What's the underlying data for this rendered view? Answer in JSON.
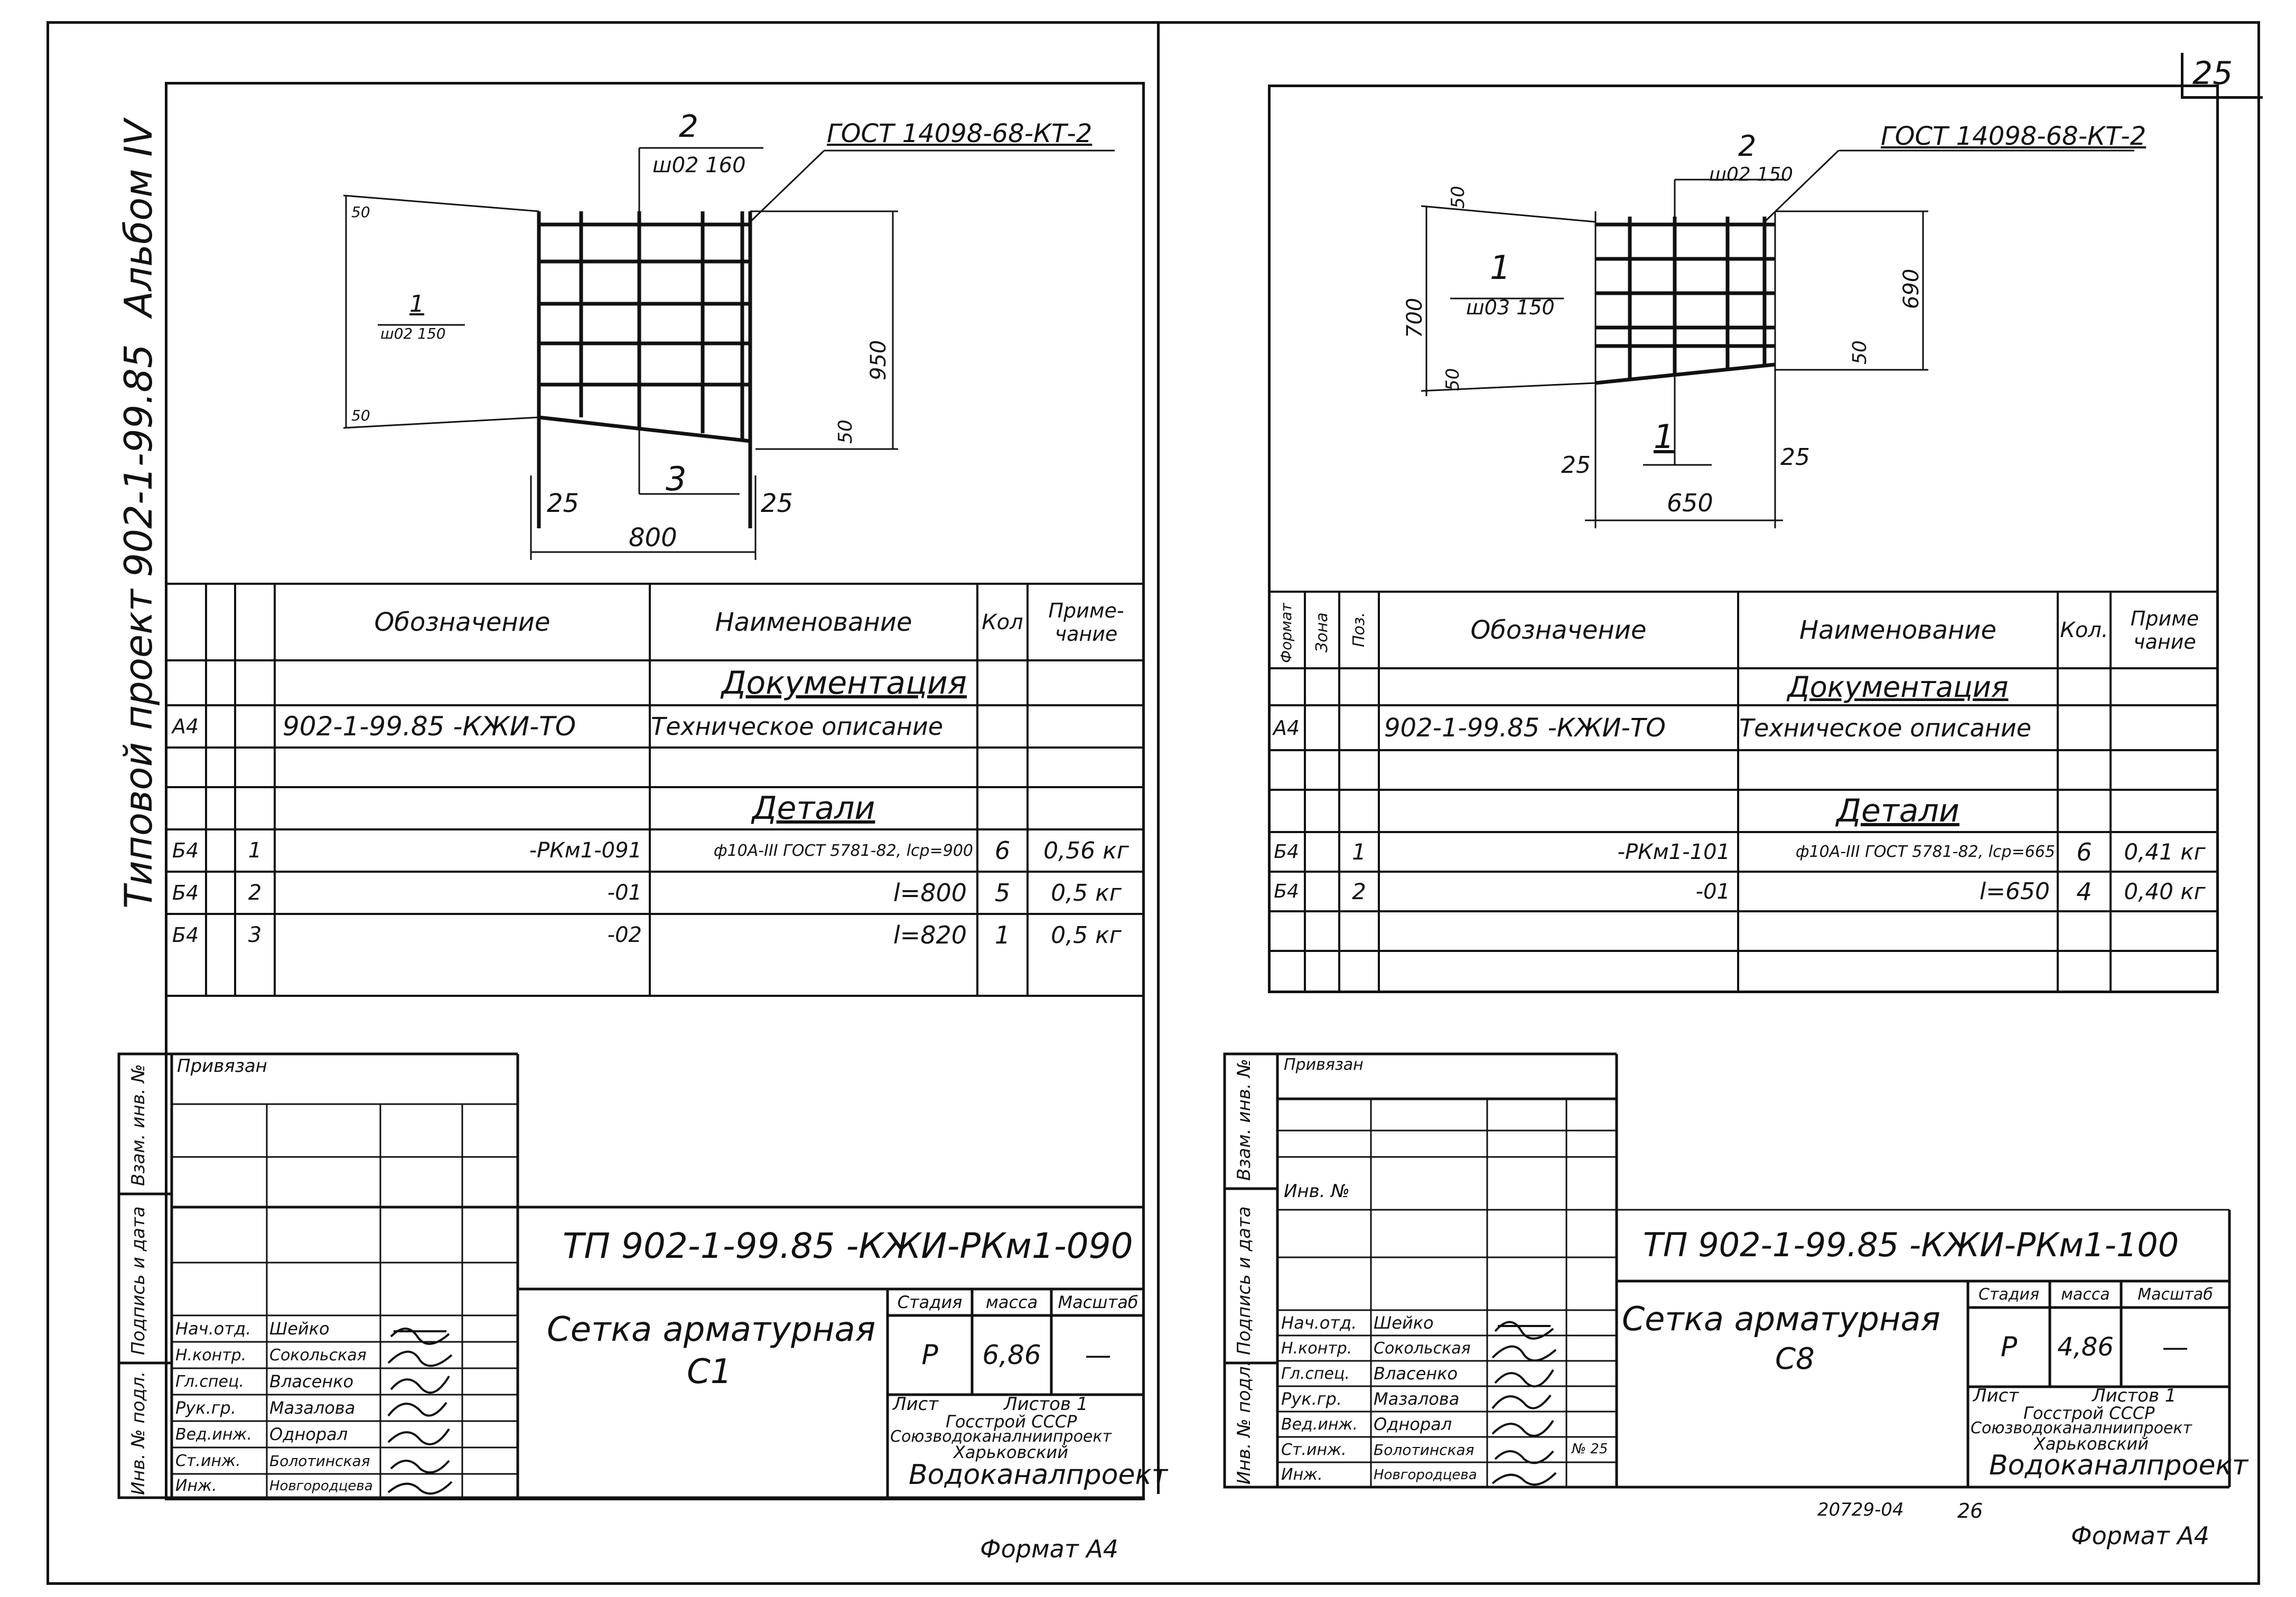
{
  "page_number": "25",
  "footer": {
    "format_left": "Формат А4",
    "format_right": "Формат А4",
    "inventory_no": "20729-04",
    "sheet_no": "26"
  },
  "side_title": {
    "album": "Альбом IV",
    "project": "Типовой проект 902-1-99.85"
  },
  "left": {
    "drawing": {
      "pos_top": "2",
      "pos_top_mark": "ш02 160",
      "gost": "ГОСТ 14098-68-КТ-2",
      "pos_left": "1",
      "pos_left_mark": "ш02 150",
      "pos_bottom": "3",
      "dim_50_top": "50",
      "dim_50_bottom": "50",
      "dim_50_right": "50",
      "dim_950": "950",
      "dim_25_left": "25",
      "dim_25_right": "25",
      "dim_800": "800"
    },
    "spec": {
      "headers": {
        "designation": "Обозначение",
        "name": "Наименование",
        "qty": "Кол",
        "note": "Приме-чание"
      },
      "section_doc": "Документация",
      "doc_row": {
        "format": "А4",
        "designation": "902-1-99.85 -КЖИ-ТО",
        "name": "Техническое описание"
      },
      "section_parts": "Детали",
      "rows": [
        {
          "format": "Б4",
          "pos": "1",
          "designation": "-РКм1-091",
          "name": "ф10А-III ГОСТ 5781-82, lср=900",
          "qty": "6",
          "note": "0,56 кг"
        },
        {
          "format": "Б4",
          "pos": "2",
          "designation": "-01",
          "name": "l=800",
          "qty": "5",
          "note": "0,5 кг"
        },
        {
          "format": "Б4",
          "pos": "3",
          "designation": "-02",
          "name": "l=820",
          "qty": "1",
          "note": "0,5 кг"
        }
      ]
    },
    "stamp_side": {
      "label_top": "Взам. инв. №",
      "label_mid": "Подпись и дата",
      "label_bottom": "Инв. № подл."
    },
    "stamp": {
      "primenen": "Привязан",
      "code": "ТП 902-1-99.85 -КЖИ-РКм1-090",
      "title_line1": "Сетка арматурная",
      "title_line2": "С1",
      "stage_label": "Стадия",
      "mass_label": "масса",
      "scale_label": "Масштаб",
      "stage": "Р",
      "mass": "6,86",
      "scale": "—",
      "sheet_label": "Лист",
      "sheets_label": "Листов 1",
      "org1": "Госстрой СССР",
      "org2": "Союзводоканалниипроект",
      "org3": "Харьковский",
      "org4": "Водоканалпроект",
      "people": [
        {
          "role": "Нач.отд.",
          "name": "Шейко"
        },
        {
          "role": "Н.контр.",
          "name": "Сокольская"
        },
        {
          "role": "Гл.спец.",
          "name": "Власенко"
        },
        {
          "role": "Рук.гр.",
          "name": "Мазалова"
        },
        {
          "role": "Вед.инж.",
          "name": "Однорал"
        },
        {
          "role": "Ст.инж.",
          "name": "Болотинская"
        },
        {
          "role": "Инж.",
          "name": "Новгородцева"
        }
      ]
    }
  },
  "right": {
    "drawing": {
      "pos_top": "2",
      "pos_top_mark": "ш02 150",
      "gost": "ГОСТ 14098-68-КТ-2",
      "pos_left": "1",
      "pos_left_mark": "ш03 150",
      "pos_bottom": "1",
      "dim_50_top": "50",
      "dim_50_bottom": "50",
      "dim_50_right": "50",
      "dim_700": "700",
      "dim_690": "690",
      "dim_25_left": "25",
      "dim_25_right": "25",
      "dim_650": "650"
    },
    "spec": {
      "headers": {
        "format": "Формат",
        "zone": "Зона",
        "pos": "Поз.",
        "designation": "Обозначение",
        "name": "Наименование",
        "qty": "Кол.",
        "note": "Приме чание"
      },
      "section_doc": "Документация",
      "doc_row": {
        "format": "А4",
        "designation": "902-1-99.85 -КЖИ-ТО",
        "name": "Техническое описание"
      },
      "section_parts": "Детали",
      "rows": [
        {
          "format": "Б4",
          "pos": "1",
          "designation": "-РКм1-101",
          "name": "ф10А-III ГОСТ 5781-82, lср=665",
          "qty": "6",
          "note": "0,41 кг"
        },
        {
          "format": "Б4",
          "pos": "2",
          "designation": "-01",
          "name": "l=650",
          "qty": "4",
          "note": "0,40 кг"
        }
      ]
    },
    "stamp_side": {
      "label_top": "Взам. инв. №",
      "label_mid": "Подпись и дата",
      "label_bottom": "Инв. № подл."
    },
    "stamp": {
      "primenen": "Привязан",
      "inv_label": "Инв. №",
      "code": "ТП 902-1-99.85 -КЖИ-РКм1-100",
      "title_line1": "Сетка арматурная",
      "title_line2": "С8",
      "stage_label": "Стадия",
      "mass_label": "масса",
      "scale_label": "Масштаб",
      "stage": "Р",
      "mass": "4,86",
      "scale": "—",
      "sheet_label": "Лист",
      "sheets_label": "Листов 1",
      "org1": "Госстрой СССР",
      "org2": "Союзводоканалниипроект",
      "org3": "Харьковский",
      "org4": "Водоканалпроект",
      "sheet_no_mark": "№ 25",
      "people": [
        {
          "role": "Нач.отд.",
          "name": "Шейко"
        },
        {
          "role": "Н.контр.",
          "name": "Сокольская"
        },
        {
          "role": "Гл.спец.",
          "name": "Власенко"
        },
        {
          "role": "Рук.гр.",
          "name": "Мазалова"
        },
        {
          "role": "Вед.инж.",
          "name": "Однорал"
        },
        {
          "role": "Ст.инж.",
          "name": "Болотинская"
        },
        {
          "role": "Инж.",
          "name": "Новгородцева"
        }
      ]
    }
  }
}
